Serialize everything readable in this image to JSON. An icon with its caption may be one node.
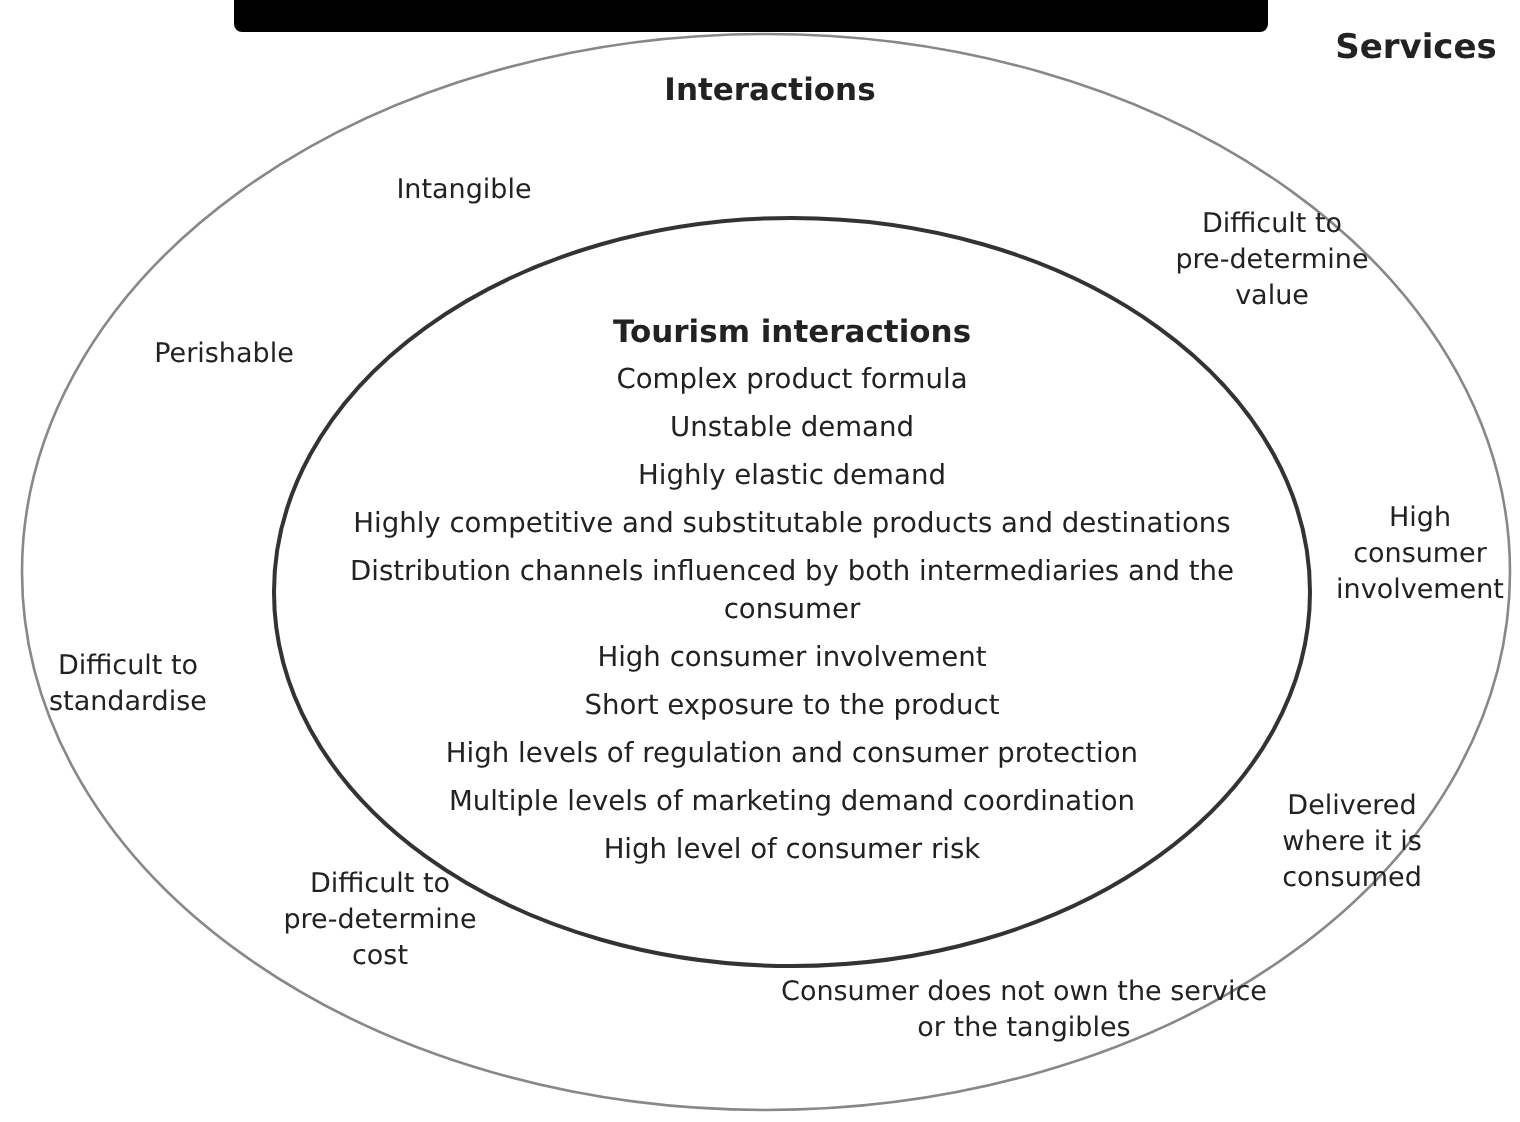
{
  "diagram": {
    "nodes": [
      {
        "text": [
          "Interactions",
          "Intangible",
          "Difficult to pre-determine value",
          "Perishable",
          "High consumer involvement",
          "Difficult to standardise",
          "Delivered where it is consumed",
          "Difficult to pre-determine cost",
          "Consumer does not own the service or the tangibles"
        ]
      },
      {
        "text": [
          "Tourism interactions",
          "Complex product formula",
          "Unstable demand",
          "Highly elastic demand",
          "Highly competitive and substitutable products and destinations",
          "Distribution channels influenced by both intermediaries and the consumer",
          "High consumer involvement",
          "Short exposure to the product",
          "High levels of regulation and consumer protection",
          "Multiple levels of marketing demand coordination",
          "High level of consumer risk"
        ],
        "in": 0
      }
    ],
    "edges": [],
    "labels": [
      "Services"
    ]
  }
}
